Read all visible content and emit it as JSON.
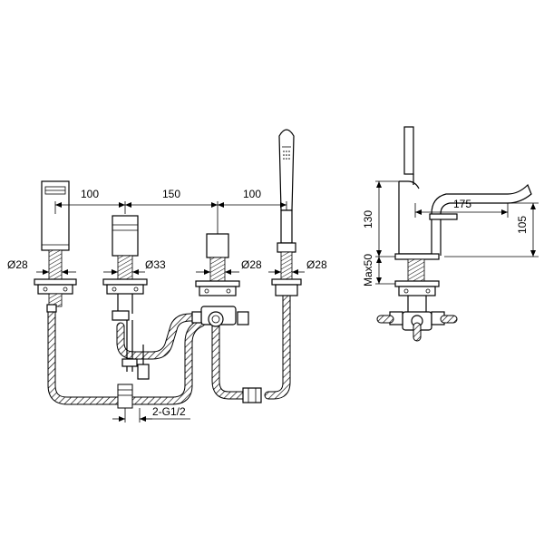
{
  "dimensions": {
    "spacing_left": "100",
    "spacing_middle": "150",
    "spacing_right": "100",
    "dia_1": "Ø28",
    "dia_2": "Ø33",
    "dia_3": "Ø28",
    "dia_4": "Ø28",
    "connection": "2-G1/2",
    "height": "130",
    "reach": "175",
    "spout_height": "105",
    "max_deck": "Max50"
  }
}
